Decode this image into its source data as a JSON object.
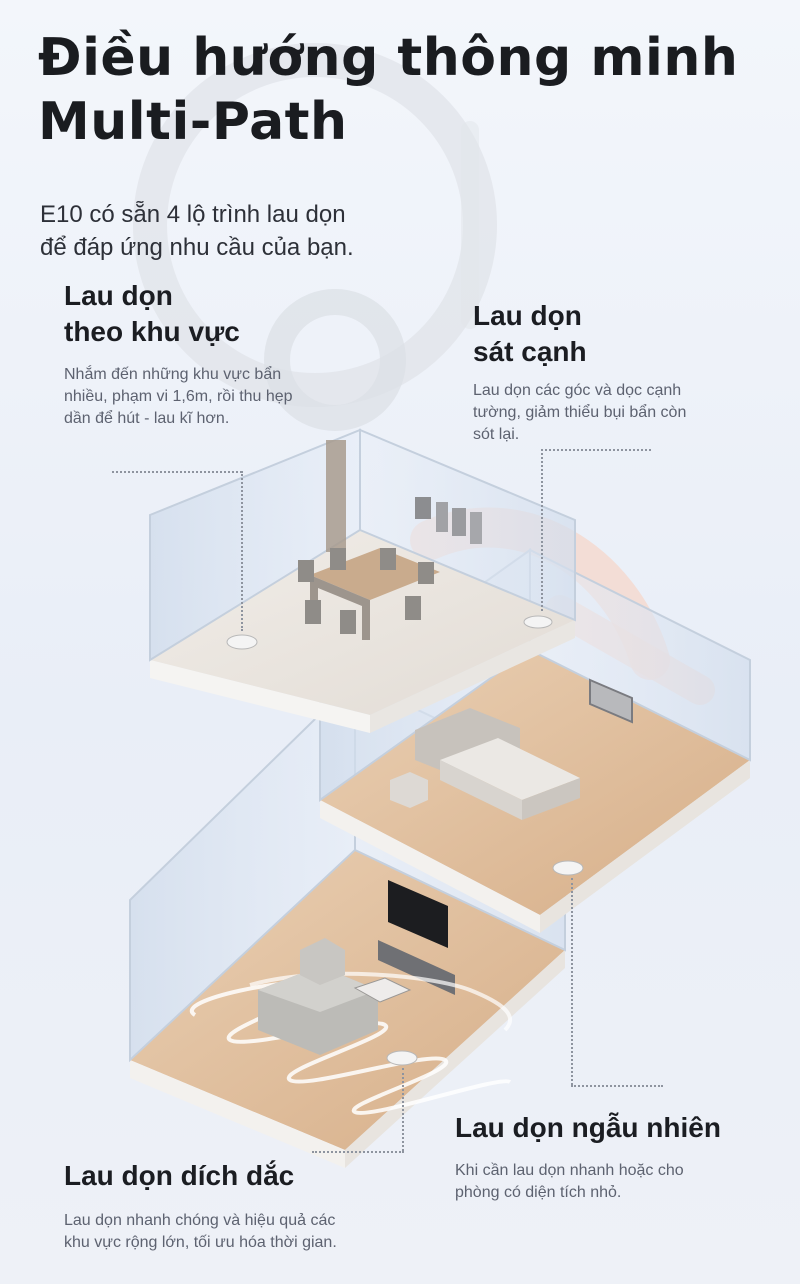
{
  "header": {
    "title_line1": "Điều hướng thông minh",
    "title_line2": "Multi-Path",
    "subtitle_line1": "E10 có sẵn 4 lộ trình lau dọn",
    "subtitle_line2": "để đáp ứng nhu cầu của bạn."
  },
  "features": {
    "zone": {
      "title_line1": "Lau dọn",
      "title_line2": "theo khu vực",
      "desc_line1": "Nhắm đến những khu vực bẩn",
      "desc_line2": "nhiều, phạm vi 1,6m, rồi thu hẹp",
      "desc_line3": "dần để hút - lau kĩ hơn."
    },
    "edge": {
      "title_line1": "Lau dọn",
      "title_line2": "sát cạnh",
      "desc_line1": "Lau dọn các góc và dọc cạnh",
      "desc_line2": "tường, giảm thiểu bụi bẩn còn",
      "desc_line3": "sót lại."
    },
    "random": {
      "title": "Lau dọn ngẫu nhiên",
      "desc_line1": "Khi cần lau dọn nhanh hoặc cho",
      "desc_line2": "phòng có diện tích nhỏ."
    },
    "zigzag": {
      "title": "Lau dọn dích dắc",
      "desc_line1": "Lau dọn nhanh chóng và hiệu quả các",
      "desc_line2": "khu vực rộng lớn, tối ưu hóa thời gian."
    }
  },
  "colors": {
    "background": "#eef2f8",
    "title": "#1a1c20",
    "desc_text": "#5d6270",
    "wood_floor": "#e3c2a0",
    "carpet_floor": "#ece7e1",
    "glass_wall": "#dde6f2",
    "watermark_gray": "#d6d9df",
    "watermark_orange": "#f7d8cc"
  }
}
